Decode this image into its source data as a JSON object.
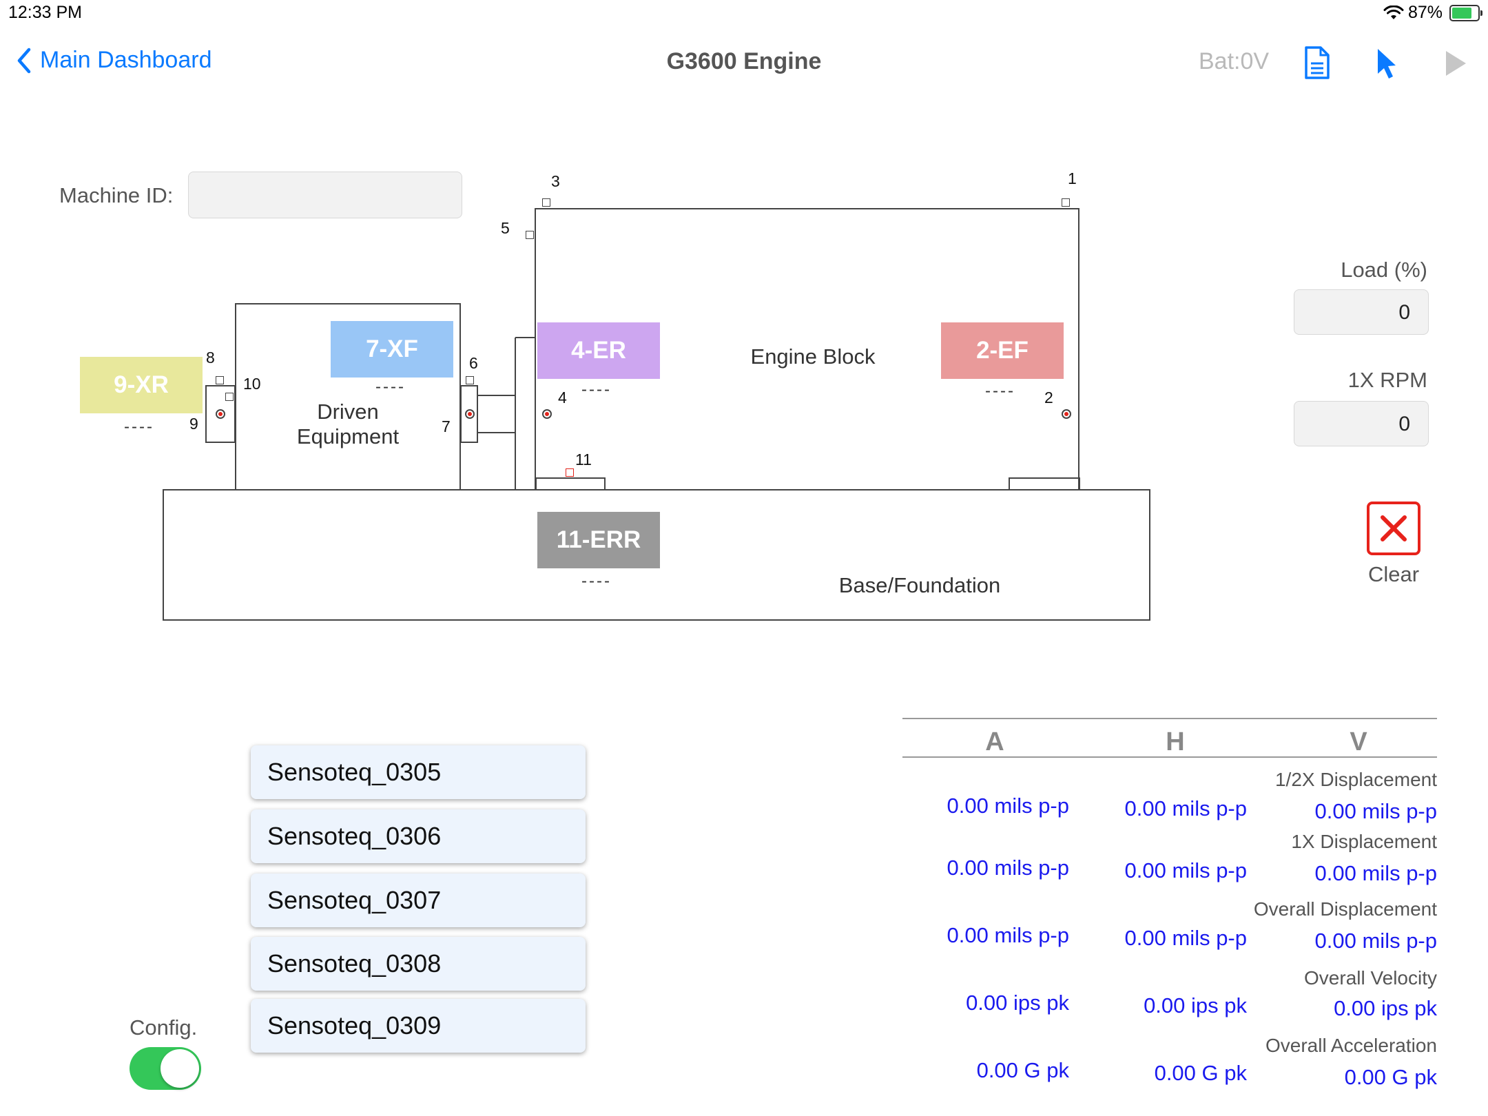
{
  "status_bar": {
    "time": "12:33 PM",
    "battery_percent": "87%",
    "battery_level": 0.87,
    "icons": [
      "wifi-icon",
      "battery-charging-icon"
    ]
  },
  "nav": {
    "back_label": "Main Dashboard",
    "title": "G3600 Engine",
    "battery_voltage": "Bat:0V",
    "icons": [
      "chevron-left-icon",
      "document-icon",
      "cursor-icon",
      "play-icon"
    ]
  },
  "machine_id": {
    "label": "Machine ID:",
    "value": ""
  },
  "diagram": {
    "engine_block_label": "Engine Block",
    "driven_equipment_label_line1": "Driven",
    "driven_equipment_label_line2": "Equipment",
    "base_label": "Base/Foundation",
    "position_numbers": {
      "p1": "1",
      "p2": "2",
      "p3": "3",
      "p4": "4",
      "p5": "5",
      "p6": "6",
      "p7": "7",
      "p8": "8",
      "p9": "9",
      "p10": "10",
      "p11": "11"
    },
    "tags": [
      {
        "label": "9-XR",
        "reading": "----",
        "color": "#e8e89c"
      },
      {
        "label": "7-XF",
        "reading": "----",
        "color": "#99c6f6"
      },
      {
        "label": "4-ER",
        "reading": "----",
        "color": "#cda6f0"
      },
      {
        "label": "2-EF",
        "reading": "----",
        "color": "#e99a9a"
      },
      {
        "label": "11-ERR",
        "reading": "----",
        "color": "#999999"
      }
    ]
  },
  "controls": {
    "load_label": "Load (%)",
    "load_value": "0",
    "rpm_label": "1X RPM",
    "rpm_value": "0",
    "clear_label": "Clear",
    "config_label": "Config.",
    "config_on": true
  },
  "sensors": [
    "Sensoteq_0305",
    "Sensoteq_0306",
    "Sensoteq_0307",
    "Sensoteq_0308",
    "Sensoteq_0309"
  ],
  "measurements": {
    "headers": [
      "A",
      "H",
      "V"
    ],
    "rows": [
      {
        "title": "1/2X Displacement",
        "values": [
          "0.00 mils  p-p",
          "0.00 mils  p-p",
          "0.00 mils  p-p"
        ]
      },
      {
        "title": "1X Displacement",
        "values": [
          "0.00 mils p-p",
          "0.00 mils p-p",
          "0.00 mils p-p"
        ]
      },
      {
        "title": "Overall Displacement",
        "values": [
          "0.00 mils p-p",
          "0.00 mils p-p",
          "0.00 mils p-p"
        ]
      },
      {
        "title": "Overall Velocity",
        "values": [
          "0.00 ips pk",
          "0.00 ips pk",
          "0.00 ips pk"
        ]
      },
      {
        "title": "Overall Acceleration",
        "values": [
          "0.00 G pk",
          "0.00 G pk",
          "0.00 G pk"
        ]
      }
    ]
  }
}
